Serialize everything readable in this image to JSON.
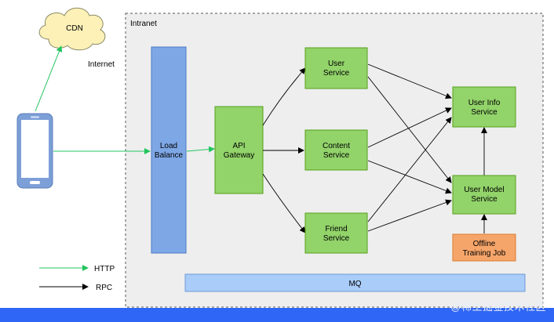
{
  "diagram": {
    "region_label": "Intranet",
    "internet_label": "Internet",
    "cdn_label": "CDN",
    "nodes": {
      "load_balance": [
        "Load",
        "Balance"
      ],
      "api_gateway": [
        "API",
        "Gateway"
      ],
      "user_service": [
        "User",
        "Service"
      ],
      "content_service": [
        "Content",
        "Service"
      ],
      "friend_service": [
        "Friend",
        "Service"
      ],
      "user_info_service": [
        "User Info",
        "Service"
      ],
      "user_model_service": [
        "User Model",
        "Service"
      ],
      "offline_training_job": [
        "Offline",
        "Training Job"
      ],
      "mq": "MQ"
    },
    "legend": {
      "http_label": "HTTP",
      "rpc_label": "RPC"
    },
    "colors": {
      "service_fill": "#92d36a",
      "service_stroke": "#56a01a",
      "lb_fill": "#7ea7e6",
      "lb_stroke": "#4b79c4",
      "mq_fill": "#a9ccf8",
      "mq_stroke": "#6f9bd8",
      "offline_fill": "#f6a56a",
      "offline_stroke": "#d97a30",
      "http_arrow": "#22c55e",
      "rpc_arrow": "#000000",
      "footer_bar": "#2f66f6"
    }
  },
  "watermark": "@稀土掘金技术社区"
}
